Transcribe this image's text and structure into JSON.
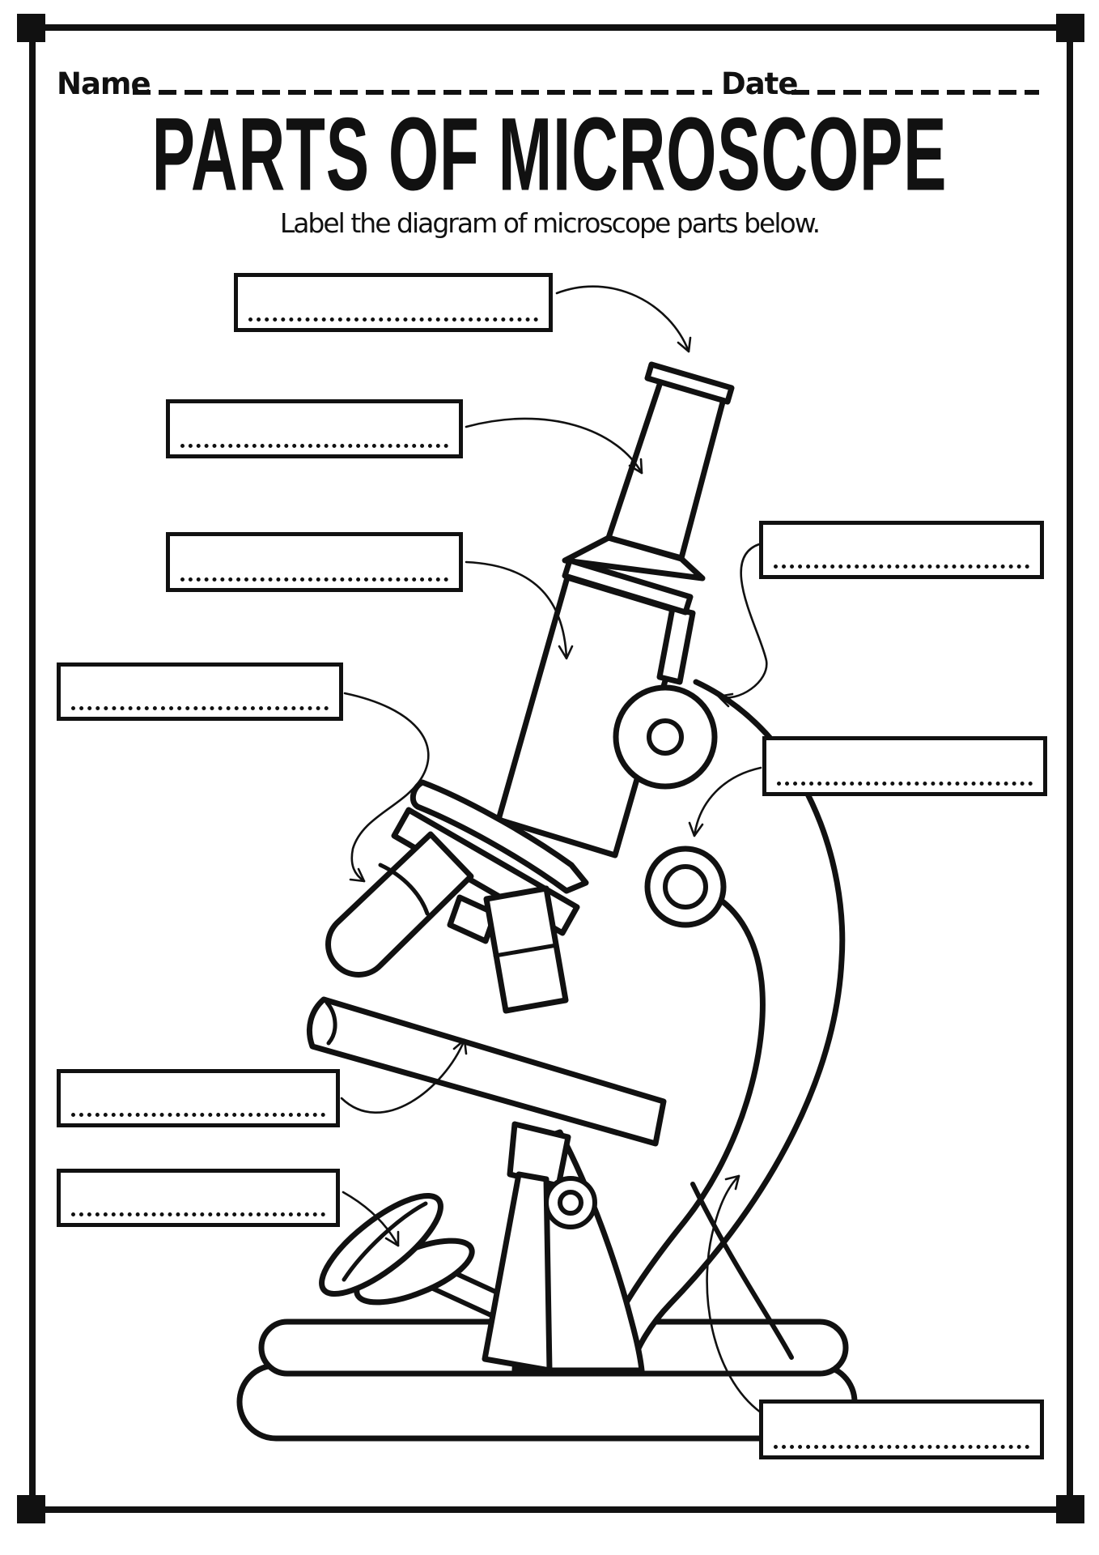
{
  "colors": {
    "ink": "#111111",
    "paper": "#ffffff"
  },
  "header": {
    "name_label": "Name",
    "name_value": "",
    "date_label": "Date",
    "date_value": ""
  },
  "title": "PARTS OF MICROSCOPE",
  "instruction": "Label the diagram of microscope parts below.",
  "figure": {
    "type": "diagram",
    "subject": "microscope",
    "callout_count": 9
  },
  "answer_boxes": [
    {
      "id": "box-1",
      "value": ""
    },
    {
      "id": "box-2",
      "value": ""
    },
    {
      "id": "box-3",
      "value": ""
    },
    {
      "id": "box-4",
      "value": ""
    },
    {
      "id": "box-5",
      "value": ""
    },
    {
      "id": "box-6",
      "value": ""
    },
    {
      "id": "box-7",
      "value": ""
    },
    {
      "id": "box-8",
      "value": ""
    },
    {
      "id": "box-9",
      "value": ""
    }
  ]
}
